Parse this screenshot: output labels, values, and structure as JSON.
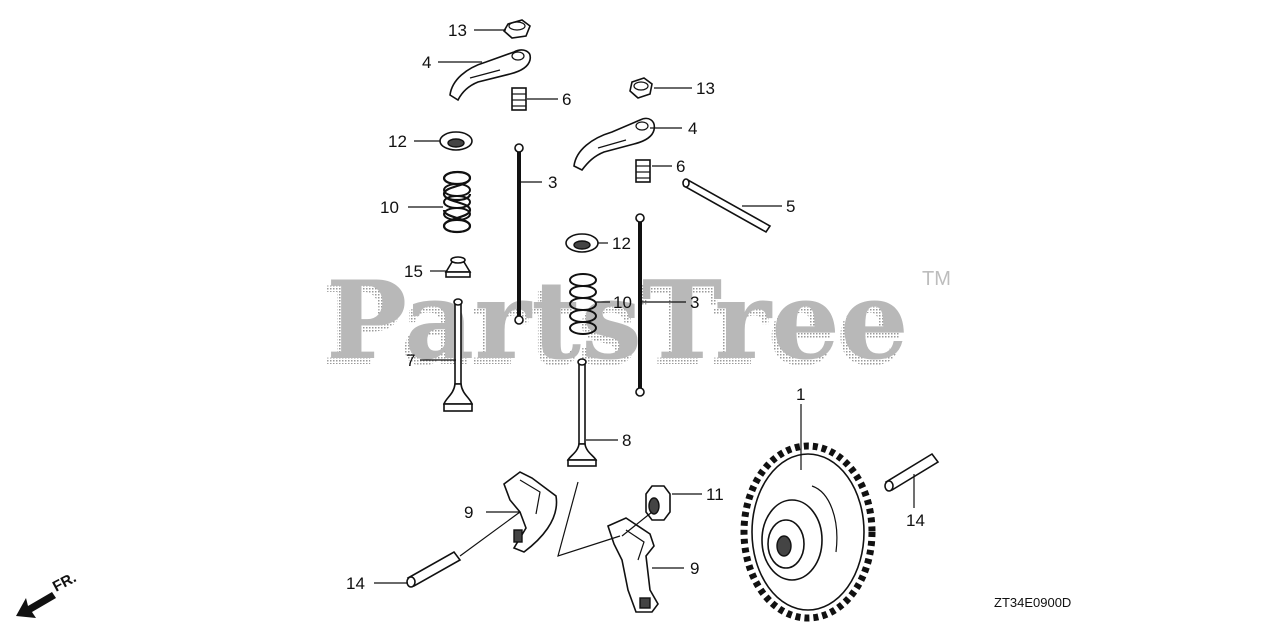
{
  "watermark": {
    "text": "PartsTree",
    "trademark": "TM"
  },
  "diagram_code": "ZT34E0900D",
  "direction_marker": {
    "label": "FR.",
    "icon": "front-direction-arrow-icon"
  },
  "callouts": [
    {
      "id": "c13a",
      "label": "13",
      "part": "nut"
    },
    {
      "id": "c4a",
      "label": "4",
      "part": "rocker-arm"
    },
    {
      "id": "c6a",
      "label": "6",
      "part": "pivot-bolt"
    },
    {
      "id": "c12a",
      "label": "12",
      "part": "spring-retainer"
    },
    {
      "id": "c10a",
      "label": "10",
      "part": "valve-spring"
    },
    {
      "id": "c15",
      "label": "15",
      "part": "stem-seal"
    },
    {
      "id": "c7",
      "label": "7",
      "part": "valve"
    },
    {
      "id": "c3a",
      "label": "3",
      "part": "push-rod"
    },
    {
      "id": "c13b",
      "label": "13",
      "part": "nut"
    },
    {
      "id": "c4b",
      "label": "4",
      "part": "rocker-arm"
    },
    {
      "id": "c6b",
      "label": "6",
      "part": "pivot-bolt"
    },
    {
      "id": "c5",
      "label": "5",
      "part": "shaft"
    },
    {
      "id": "c12b",
      "label": "12",
      "part": "spring-retainer"
    },
    {
      "id": "c10b",
      "label": "10",
      "part": "valve-spring"
    },
    {
      "id": "c3b",
      "label": "3",
      "part": "push-rod"
    },
    {
      "id": "c8",
      "label": "8",
      "part": "valve"
    },
    {
      "id": "c1",
      "label": "1",
      "part": "camshaft-gear"
    },
    {
      "id": "c11",
      "label": "11",
      "part": "collar"
    },
    {
      "id": "c9a",
      "label": "9",
      "part": "cam-follower"
    },
    {
      "id": "c9b",
      "label": "9",
      "part": "cam-follower"
    },
    {
      "id": "c14a",
      "label": "14",
      "part": "pin"
    },
    {
      "id": "c14b",
      "label": "14",
      "part": "pin"
    }
  ]
}
